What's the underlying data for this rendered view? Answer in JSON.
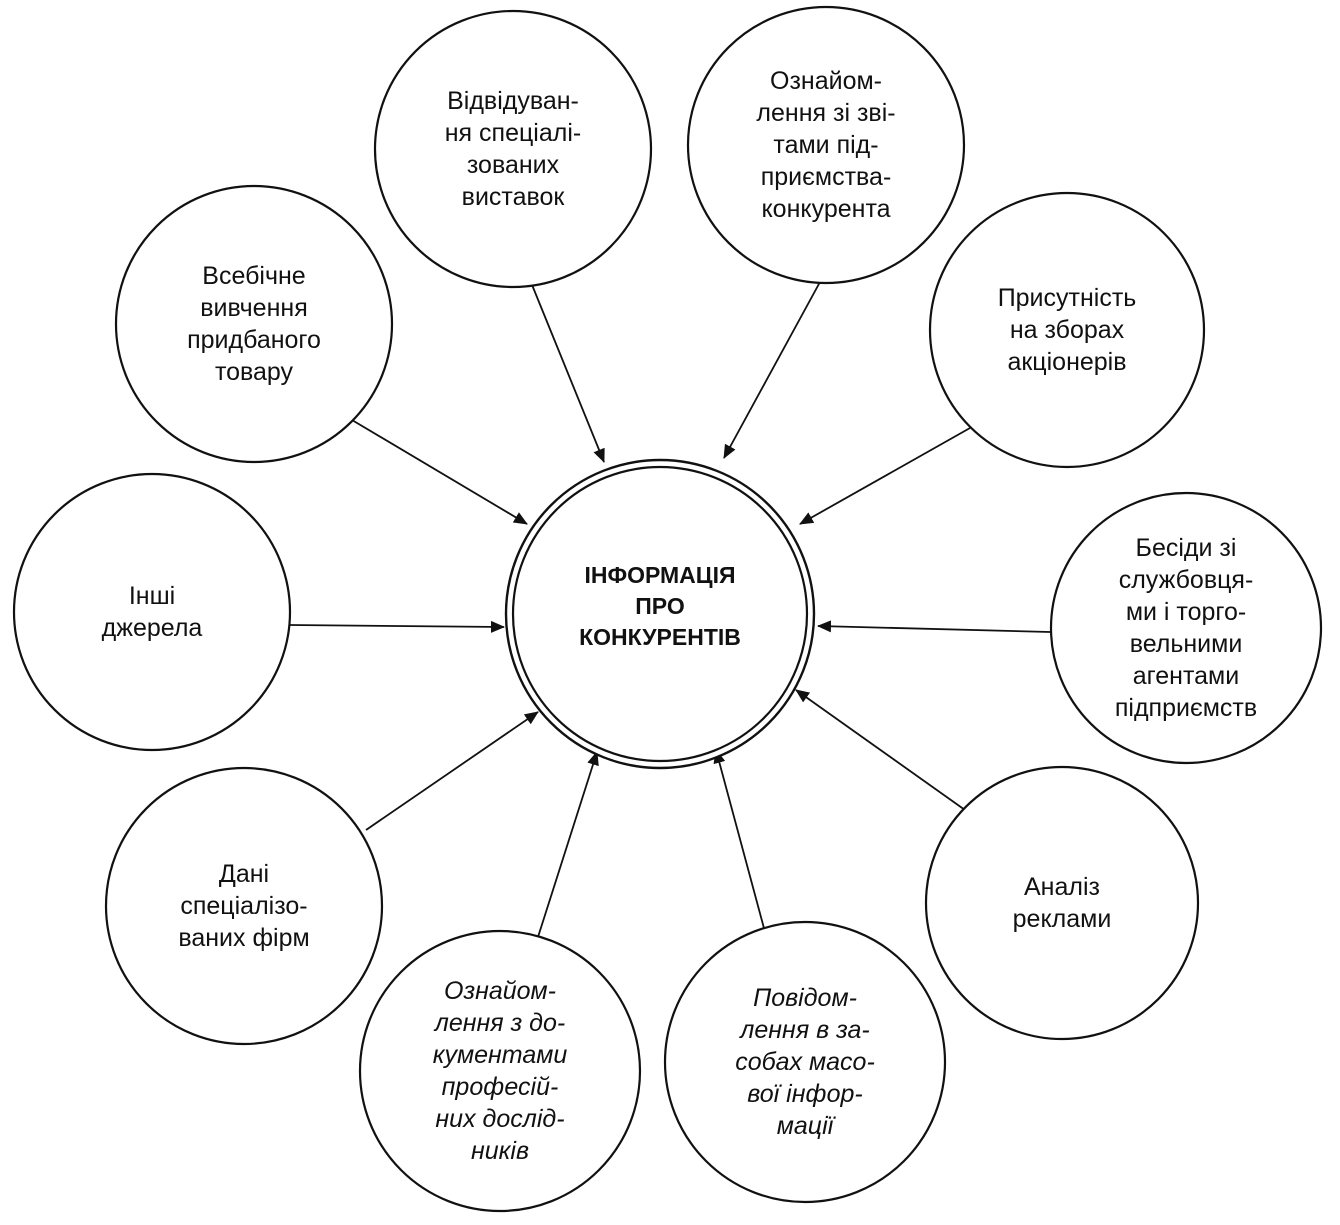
{
  "center": {
    "lines": [
      "ІНФОРМАЦІЯ",
      "ПРО",
      "КОНКУРЕНТІВ"
    ]
  },
  "nodes": [
    {
      "id": "exhibitions",
      "lines": [
        "Відвідуван-",
        "ня спеціалі-",
        "зованих",
        "виставок"
      ],
      "italic": false
    },
    {
      "id": "competitor-reports",
      "lines": [
        "Ознайом-",
        "лення зі зві-",
        "тами під-",
        "приємства-",
        "конкурента"
      ],
      "italic": false
    },
    {
      "id": "shareholder-meetings",
      "lines": [
        "Присутність",
        "на зборах",
        "акціонерів"
      ],
      "italic": false
    },
    {
      "id": "employee-talks",
      "lines": [
        "Бесіди зі",
        "службовця-",
        "ми і торго-",
        "вельними",
        "агентами",
        "підприємств"
      ],
      "italic": false
    },
    {
      "id": "ad-analysis",
      "lines": [
        "Аналіз",
        "реклами"
      ],
      "italic": false
    },
    {
      "id": "mass-media",
      "lines": [
        "Повідом-",
        "лення в за-",
        "собах масо-",
        "вої інфор-",
        "мації"
      ],
      "italic": true
    },
    {
      "id": "research-documents",
      "lines": [
        "Ознайом-",
        "лення з до-",
        "кументами",
        "професій-",
        "них дослід-",
        "ників"
      ],
      "italic": true
    },
    {
      "id": "specialized-firms",
      "lines": [
        "Дані",
        "спеціалізо-",
        "ваних фірм"
      ],
      "italic": false
    },
    {
      "id": "other-sources",
      "lines": [
        "Інші",
        "джерела"
      ],
      "italic": false
    },
    {
      "id": "product-study",
      "lines": [
        "Всебічне",
        "вивчення",
        "придбаного",
        "товару"
      ],
      "italic": false
    }
  ]
}
